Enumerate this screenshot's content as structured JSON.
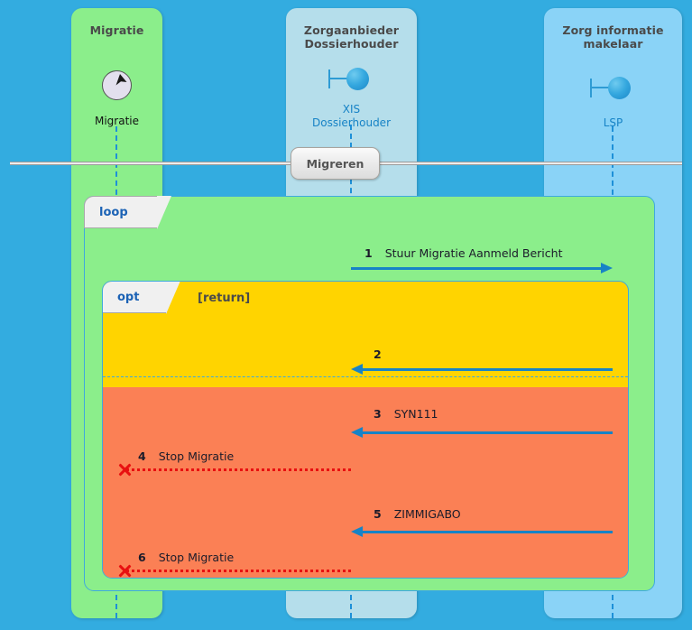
{
  "diagram": {
    "type": "uml-sequence-diagram",
    "background_color": "#33ACE0",
    "start_marker_label": "Migreren"
  },
  "lifelines": [
    {
      "id": "migratie",
      "title": "Migratie",
      "name": "Migratie",
      "icon": "actor-circle-arrow-icon",
      "box_color": "#8BEE8B",
      "name_color": "#111111"
    },
    {
      "id": "xis",
      "title": "Zorgaanbieder\nDossierhouder",
      "title_line1": "Zorgaanbieder",
      "title_line2": "Dossierhouder",
      "name_line1": "XIS",
      "name_line2": "Dossierhouder",
      "icon": "ball-and-socket-icon",
      "box_color": "#B5DEEB",
      "name_color": "#1783C6"
    },
    {
      "id": "lsp",
      "title_line1": "Zorg informatie",
      "title_line2": "makelaar",
      "name_line1": "LSP",
      "name_line2": "",
      "icon": "ball-and-socket-icon",
      "box_color": "#8AD3F7",
      "name_color": "#1783C6"
    }
  ],
  "fragments": [
    {
      "id": "loop",
      "operator": "loop",
      "guard": "",
      "fill_color": "#8BEE8B",
      "border_color": "#3FA9DE"
    },
    {
      "id": "opt",
      "operator": "opt",
      "guard": "[return]",
      "fill_color": "#FFD400",
      "operand_fill_color": "#FB8055",
      "border_color": "#3FA9DE"
    }
  ],
  "messages": [
    {
      "num": "1",
      "label": "Stuur Migratie Aanmeld Bericht",
      "from": "xis",
      "to": "lsp",
      "direction": "right",
      "style": "solid",
      "color": "#1783C6"
    },
    {
      "num": "2",
      "label": "",
      "from": "lsp",
      "to": "xis",
      "direction": "left",
      "style": "solid",
      "color": "#1783C6"
    },
    {
      "num": "3",
      "label": "SYN111",
      "from": "lsp",
      "to": "xis",
      "direction": "left",
      "style": "solid",
      "color": "#1783C6"
    },
    {
      "num": "4",
      "label": "Stop Migratie",
      "from": "xis",
      "to": "migratie",
      "direction": "left",
      "style": "destroy",
      "color": "#E81010"
    },
    {
      "num": "5",
      "label": "ZIMMIGABO",
      "from": "lsp",
      "to": "xis",
      "direction": "left",
      "style": "solid",
      "color": "#1783C6"
    },
    {
      "num": "6",
      "label": "Stop Migratie",
      "from": "xis",
      "to": "migratie",
      "direction": "left",
      "style": "destroy",
      "color": "#E81010"
    }
  ]
}
